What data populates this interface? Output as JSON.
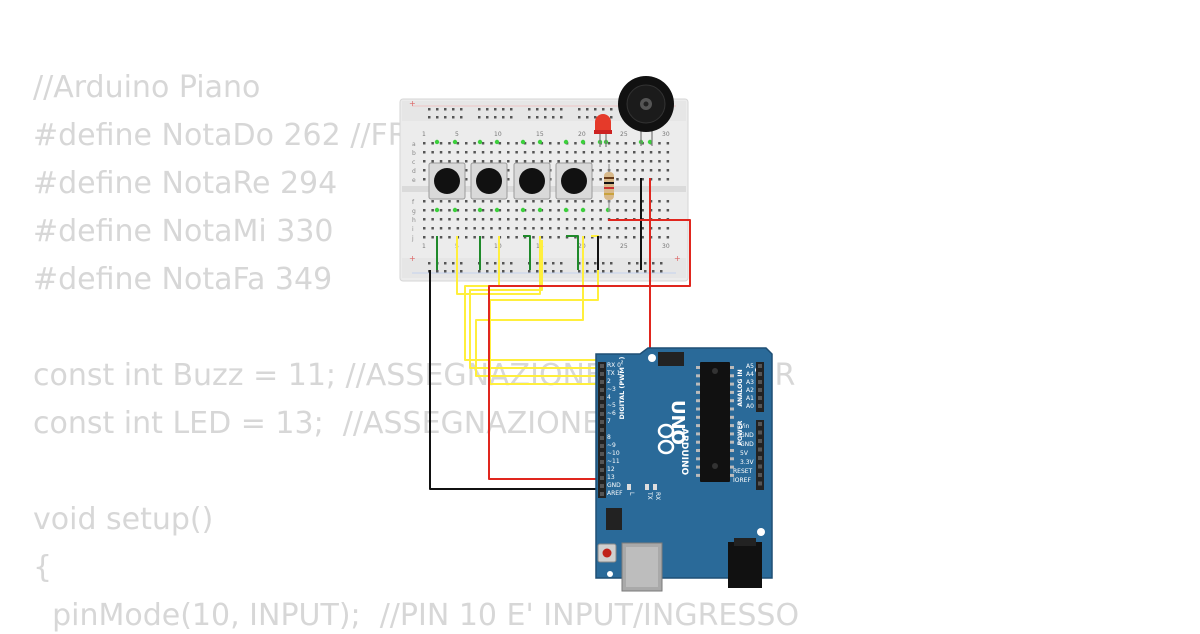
{
  "code": {
    "lines": [
      "//Arduino Piano",
      "#define NotaDo 262 //FR",
      "#define NotaRe 294",
      "#define NotaMi 330",
      "#define NotaFa 349",
      "",
      "const int Buzz = 11; //ASSEGNAZIONE PIN BUZZER",
      "const int LED = 13;  //ASSEGNAZIONE",
      "",
      "void setup()",
      "{",
      "  pinMode(10, INPUT);  //PIN 10 E' INPUT/INGRESSO"
    ]
  },
  "breadboard": {
    "top_numbers": [
      "1",
      "5",
      "10",
      "15",
      "20",
      "25",
      "30"
    ],
    "bottom_numbers": [
      "1",
      "5",
      "10",
      "15",
      "20",
      "25",
      "30"
    ],
    "row_letters_top": [
      "a",
      "b",
      "c",
      "d",
      "e"
    ],
    "row_letters_bottom": [
      "f",
      "g",
      "h",
      "i",
      "j"
    ]
  },
  "arduino": {
    "model": "UNO",
    "brand": "ARDUINO",
    "digital_label": "DIGITAL (PWM ~)",
    "analog_label": "ANALOG IN",
    "power_label": "POWER",
    "digital_pins": [
      "RX 0",
      "TX 1",
      "2",
      "~3",
      "4",
      "~5",
      "~6",
      "7",
      "8",
      "~9",
      "~10",
      "~11",
      "12",
      "13",
      "GND",
      "AREF"
    ],
    "analog_pins": [
      "A5",
      "A4",
      "A3",
      "A2",
      "A1",
      "A0"
    ],
    "power_pins": [
      "Vin",
      "GND",
      "GND",
      "5V",
      "3.3V",
      "RESET",
      "IOREF"
    ],
    "tx_label": "TX",
    "rx_label": "RX",
    "l_label": "L"
  },
  "colors": {
    "wire_yellow": "#ffef3d",
    "wire_red": "#e0261e",
    "wire_black": "#111111",
    "wire_green": "#1f8a2a",
    "board_blue": "#2a6a99",
    "breadboard": "#ededed"
  }
}
